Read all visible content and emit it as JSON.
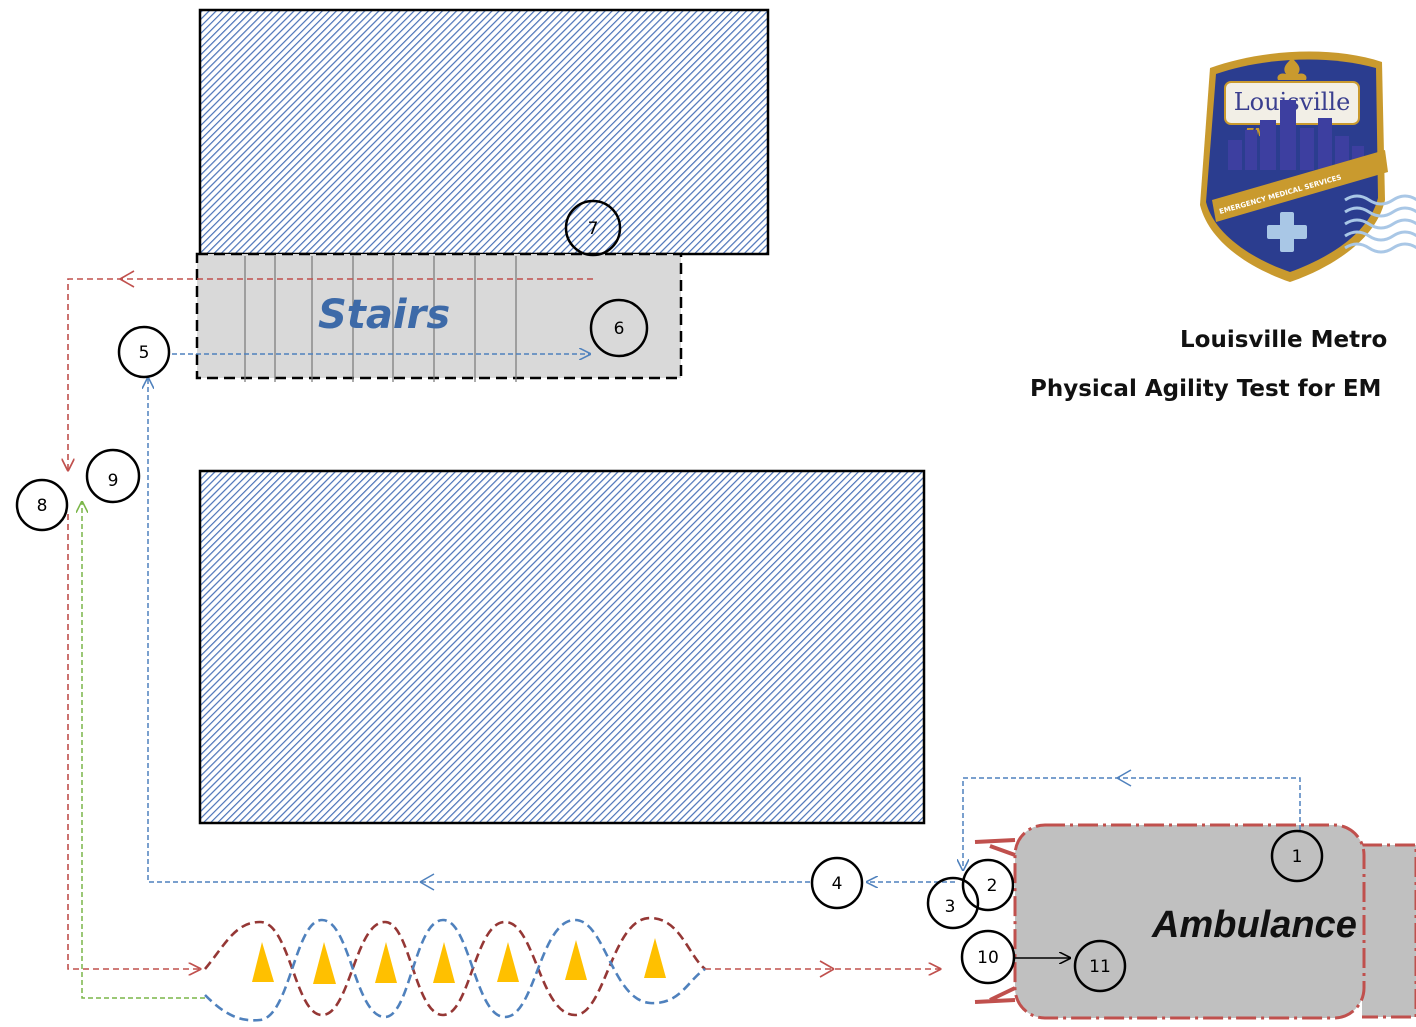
{
  "title": {
    "line1": "Louisville Metro",
    "line2": "Physical Agility Test for EM"
  },
  "logo": {
    "name": "Louisville",
    "sub": "EMS",
    "banner": "EMERGENCY MEDICAL SERVICES"
  },
  "labels": {
    "stairs": "Stairs",
    "ambulance": "Ambulance"
  },
  "stations": [
    "1",
    "2",
    "3",
    "4",
    "5",
    "6",
    "7",
    "8",
    "9",
    "10",
    "11"
  ],
  "colors": {
    "hatch": "#4a72b8",
    "building_outline": "#000000",
    "stairs_fill": "#d9d9d9",
    "ambulance_fill": "#c0c0c0",
    "ambulance_outline": "#c0504d",
    "path_blue": "#4f81bd",
    "path_red": "#c0504d",
    "path_green": "#7ab648",
    "cone": "#ffc000",
    "stairs_text": "#3d6aa8"
  }
}
